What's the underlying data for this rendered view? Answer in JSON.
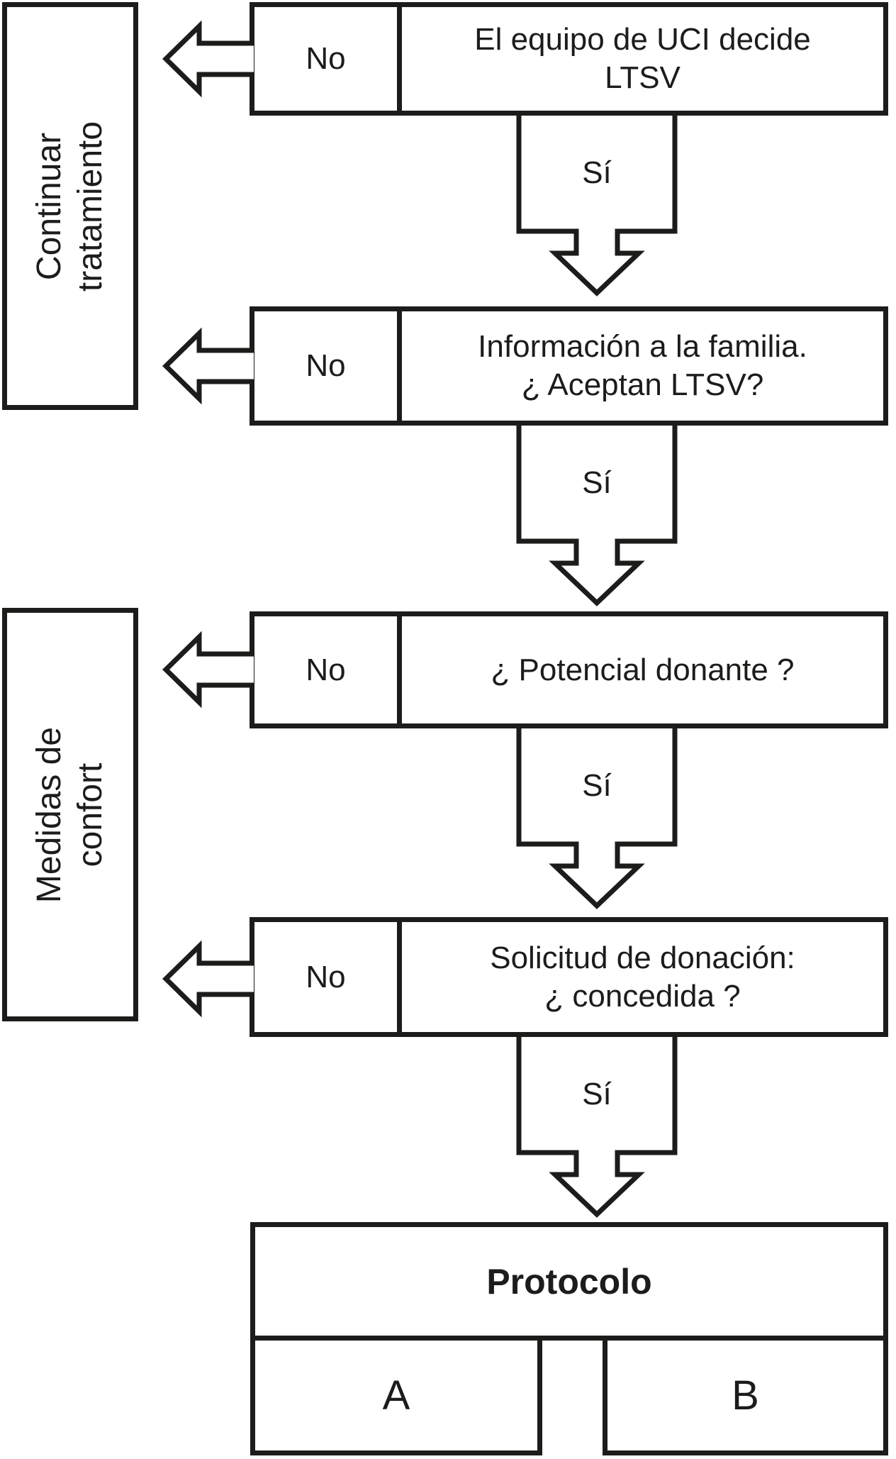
{
  "colors": {
    "line": "#1c1c1a",
    "background": "#ffffff"
  },
  "left_column": {
    "continue_box": {
      "line1": "Continuar",
      "line2": "tratamiento"
    },
    "comfort_box": {
      "line1": "Medidas de",
      "line2": "confort"
    }
  },
  "flow": {
    "no_label": "No",
    "yes_label": "Sí",
    "steps": [
      {
        "line1": "El equipo de UCI decide",
        "line2": "LTSV"
      },
      {
        "line1": "Información a la familia.",
        "line2": "¿ Aceptan LTSV?"
      },
      {
        "line1": "¿ Potencial donante ?"
      },
      {
        "line1": "Solicitud de donación:",
        "line2": "¿ concedida ?"
      }
    ],
    "protocol": {
      "title": "Protocolo",
      "option_a": "A",
      "option_b": "B"
    }
  }
}
